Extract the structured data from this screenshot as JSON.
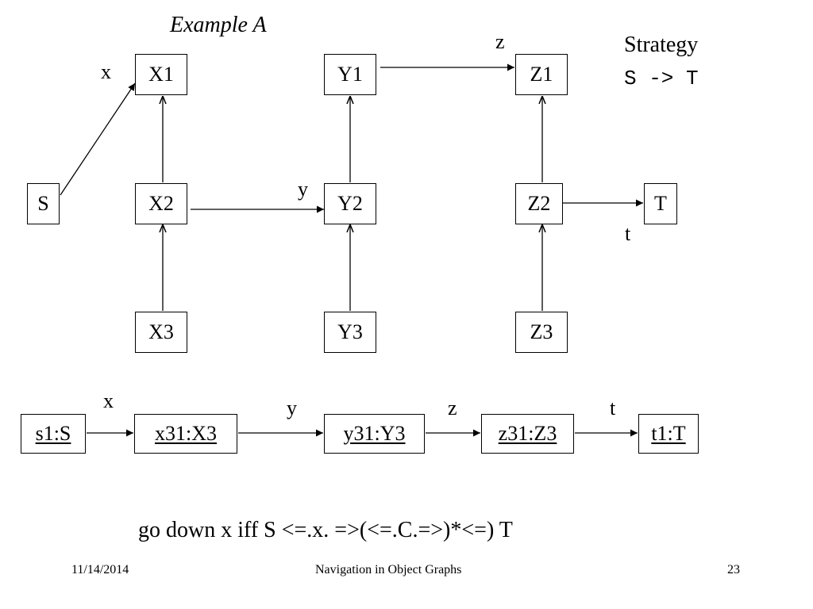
{
  "slide": {
    "title": "Example A",
    "strategy_title": "Strategy",
    "strategy_expr": "S -> T",
    "formula": "go down x iff S <=.x. =>(<=.C.=>)*<=) T"
  },
  "class_graph": {
    "nodes": {
      "X1": "X1",
      "X2": "X2",
      "X3": "X3",
      "Y1": "Y1",
      "Y2": "Y2",
      "Y3": "Y3",
      "Z1": "Z1",
      "Z2": "Z2",
      "Z3": "Z3",
      "S": "S",
      "T": "T"
    },
    "edge_labels": {
      "x": "x",
      "y": "y",
      "z": "z",
      "t": "t"
    }
  },
  "object_path": {
    "nodes": [
      "s1:S",
      "x31:X3",
      "y31:Y3",
      "z31:Z3",
      "t1:T"
    ],
    "edge_labels": [
      "x",
      "y",
      "z",
      "t"
    ]
  },
  "footer": {
    "date": "11/14/2014",
    "center": "Navigation in Object Graphs",
    "page": "23"
  }
}
